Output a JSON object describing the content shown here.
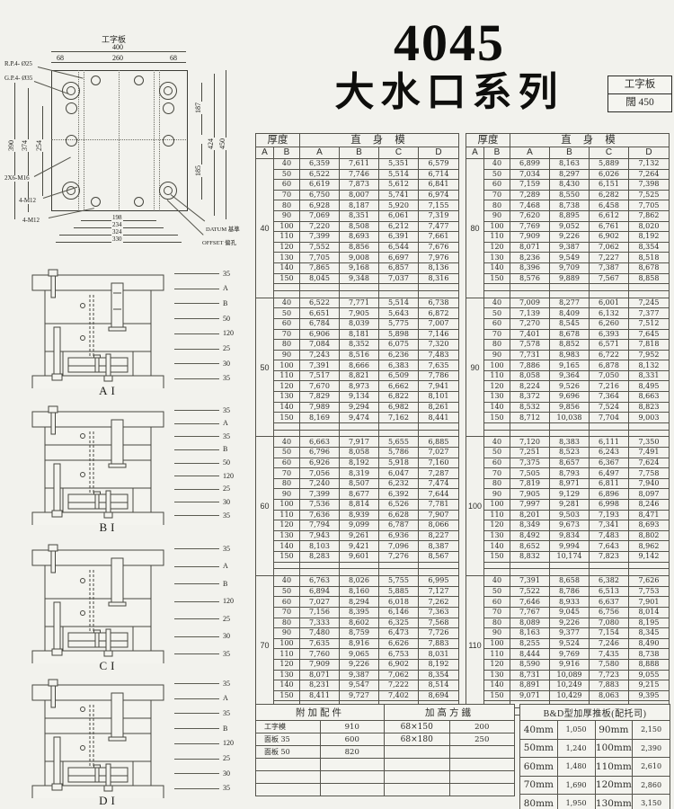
{
  "colors": {
    "paper": "#f2f2ed",
    "line": "#44443e",
    "text": "#2b2b28"
  },
  "page": {
    "title_number": "4045",
    "title_series": "大水口系列",
    "spec_box": {
      "row1": "工字板",
      "row2": "闊  450"
    }
  },
  "top_drawing": {
    "label_top": "工字板",
    "dims_top": [
      "400",
      "260",
      "68",
      "68"
    ],
    "dims_left": [
      "390",
      "374",
      "254"
    ],
    "dims_right": [
      "187",
      "185",
      "424",
      "450"
    ],
    "dims_bottom": [
      "198",
      "234",
      "324",
      "330"
    ],
    "callouts": [
      "R.P.4- Ø25",
      "G.P.4- Ø35",
      "2X6-M16",
      "4-M12",
      "4-M12",
      "DATUM 基準",
      "OFFSET 偏孔"
    ]
  },
  "side_views": [
    {
      "caption": "AI",
      "labels": [
        "35",
        "A",
        "B",
        "50",
        "120",
        "25",
        "30",
        "35"
      ]
    },
    {
      "caption": "BI",
      "labels": [
        "35",
        "A",
        "35",
        "B",
        "50",
        "120",
        "25",
        "30",
        "35"
      ]
    },
    {
      "caption": "CI",
      "labels": [
        "35",
        "A",
        "B",
        "120",
        "25",
        "30",
        "35"
      ]
    },
    {
      "caption": "DI",
      "labels": [
        "35",
        "A",
        "35",
        "B",
        "120",
        "25",
        "30",
        "35"
      ]
    }
  ],
  "price_tables": {
    "header": {
      "thickness": "厚度",
      "straight": "直身模",
      "sub": [
        "A",
        "B",
        "A",
        "B",
        "C",
        "D"
      ]
    },
    "left_groups": [
      {
        "a": "40",
        "rows": [
          [
            "40",
            "6,359",
            "7,611",
            "5,351",
            "6,579"
          ],
          [
            "50",
            "6,522",
            "7,746",
            "5,514",
            "6,714"
          ],
          [
            "60",
            "6,619",
            "7,873",
            "5,612",
            "6,841"
          ],
          [
            "70",
            "6,750",
            "8,007",
            "5,741",
            "6,974"
          ],
          [
            "80",
            "6,928",
            "8,187",
            "5,920",
            "7,155"
          ],
          [
            "90",
            "7,069",
            "8,351",
            "6,061",
            "7,319"
          ],
          [
            "100",
            "7,220",
            "8,508",
            "6,212",
            "7,477"
          ],
          [
            "110",
            "7,399",
            "8,693",
            "6,391",
            "7,661"
          ],
          [
            "120",
            "7,552",
            "8,856",
            "6,544",
            "7,676"
          ],
          [
            "130",
            "7,705",
            "9,008",
            "6,697",
            "7,976"
          ],
          [
            "140",
            "7,865",
            "9,168",
            "6,857",
            "8,136"
          ],
          [
            "150",
            "8,045",
            "9,348",
            "7,037",
            "8,316"
          ]
        ]
      },
      {
        "a": "50",
        "rows": [
          [
            "40",
            "6,522",
            "7,771",
            "5,514",
            "6,738"
          ],
          [
            "50",
            "6,651",
            "7,905",
            "5,643",
            "6,872"
          ],
          [
            "60",
            "6,784",
            "8,039",
            "5,775",
            "7,007"
          ],
          [
            "70",
            "6,906",
            "8,181",
            "5,898",
            "7,146"
          ],
          [
            "80",
            "7,084",
            "8,352",
            "6,075",
            "7,320"
          ],
          [
            "90",
            "7,243",
            "8,516",
            "6,236",
            "7,483"
          ],
          [
            "100",
            "7,391",
            "8,666",
            "6,383",
            "7,635"
          ],
          [
            "110",
            "7,517",
            "8,821",
            "6,509",
            "7,786"
          ],
          [
            "120",
            "7,670",
            "8,973",
            "6,662",
            "7,941"
          ],
          [
            "130",
            "7,829",
            "9,134",
            "6,822",
            "8,101"
          ],
          [
            "140",
            "7,989",
            "9,294",
            "6,982",
            "8,261"
          ],
          [
            "150",
            "8,169",
            "9,474",
            "7,162",
            "8,441"
          ]
        ]
      },
      {
        "a": "60",
        "rows": [
          [
            "40",
            "6,663",
            "7,917",
            "5,655",
            "6,885"
          ],
          [
            "50",
            "6,796",
            "8,058",
            "5,786",
            "7,027"
          ],
          [
            "60",
            "6,926",
            "8,192",
            "5,918",
            "7,160"
          ],
          [
            "70",
            "7,056",
            "8,319",
            "6,047",
            "7,287"
          ],
          [
            "80",
            "7,240",
            "8,507",
            "6,232",
            "7,474"
          ],
          [
            "90",
            "7,399",
            "8,677",
            "6,392",
            "7,644"
          ],
          [
            "100",
            "7,536",
            "8,814",
            "6,526",
            "7,781"
          ],
          [
            "110",
            "7,636",
            "8,939",
            "6,628",
            "7,907"
          ],
          [
            "120",
            "7,794",
            "9,099",
            "6,787",
            "8,066"
          ],
          [
            "130",
            "7,943",
            "9,261",
            "6,936",
            "8,227"
          ],
          [
            "140",
            "8,103",
            "9,421",
            "7,096",
            "8,387"
          ],
          [
            "150",
            "8,283",
            "9,601",
            "7,276",
            "8,567"
          ]
        ]
      },
      {
        "a": "70",
        "rows": [
          [
            "40",
            "6,763",
            "8,026",
            "5,755",
            "6,995"
          ],
          [
            "50",
            "6,894",
            "8,160",
            "5,885",
            "7,127"
          ],
          [
            "60",
            "7,027",
            "8,294",
            "6,018",
            "7,262"
          ],
          [
            "70",
            "7,156",
            "8,395",
            "6,146",
            "7,363"
          ],
          [
            "80",
            "7,333",
            "8,602",
            "6,325",
            "7,568"
          ],
          [
            "90",
            "7,480",
            "8,759",
            "6,473",
            "7,726"
          ],
          [
            "100",
            "7,635",
            "8,916",
            "6,626",
            "7,883"
          ],
          [
            "110",
            "7,760",
            "9,065",
            "6,753",
            "8,031"
          ],
          [
            "120",
            "7,909",
            "9,226",
            "6,902",
            "8,192"
          ],
          [
            "130",
            "8,071",
            "9,387",
            "7,062",
            "8,354"
          ],
          [
            "140",
            "8,231",
            "9,547",
            "7,222",
            "8,514"
          ],
          [
            "150",
            "8,411",
            "9,727",
            "7,402",
            "8,694"
          ]
        ]
      }
    ],
    "right_groups": [
      {
        "a": "80",
        "rows": [
          [
            "40",
            "6,899",
            "8,163",
            "5,889",
            "7,132"
          ],
          [
            "50",
            "7,034",
            "8,297",
            "6,026",
            "7,264"
          ],
          [
            "60",
            "7,159",
            "8,430",
            "6,151",
            "7,398"
          ],
          [
            "70",
            "7,289",
            "8,550",
            "6,282",
            "7,525"
          ],
          [
            "80",
            "7,468",
            "8,738",
            "6,458",
            "7,705"
          ],
          [
            "90",
            "7,620",
            "8,895",
            "6,612",
            "7,862"
          ],
          [
            "100",
            "7,769",
            "9,052",
            "6,761",
            "8,020"
          ],
          [
            "110",
            "7,909",
            "9,226",
            "6,902",
            "8,192"
          ],
          [
            "120",
            "8,071",
            "9,387",
            "7,062",
            "8,354"
          ],
          [
            "130",
            "8,236",
            "9,549",
            "7,227",
            "8,518"
          ],
          [
            "140",
            "8,396",
            "9,709",
            "7,387",
            "8,678"
          ],
          [
            "150",
            "8,576",
            "9,889",
            "7,567",
            "8,858"
          ]
        ]
      },
      {
        "a": "90",
        "rows": [
          [
            "40",
            "7,009",
            "8,277",
            "6,001",
            "7,245"
          ],
          [
            "50",
            "7,139",
            "8,409",
            "6,132",
            "7,377"
          ],
          [
            "60",
            "7,270",
            "8,545",
            "6,260",
            "7,512"
          ],
          [
            "70",
            "7,401",
            "8,678",
            "6,393",
            "7,645"
          ],
          [
            "80",
            "7,578",
            "8,852",
            "6,571",
            "7,818"
          ],
          [
            "90",
            "7,731",
            "8,983",
            "6,722",
            "7,952"
          ],
          [
            "100",
            "7,886",
            "9,165",
            "6,878",
            "8,132"
          ],
          [
            "110",
            "8,058",
            "9,364",
            "7,050",
            "8,331"
          ],
          [
            "120",
            "8,224",
            "9,526",
            "7,216",
            "8,495"
          ],
          [
            "130",
            "8,372",
            "9,696",
            "7,364",
            "8,663"
          ],
          [
            "140",
            "8,532",
            "9,856",
            "7,524",
            "8,823"
          ],
          [
            "150",
            "8,712",
            "10,038",
            "7,704",
            "9,003"
          ]
        ]
      },
      {
        "a": "100",
        "rows": [
          [
            "40",
            "7,120",
            "8,383",
            "6,111",
            "7,350"
          ],
          [
            "50",
            "7,251",
            "8,523",
            "6,243",
            "7,491"
          ],
          [
            "60",
            "7,375",
            "8,657",
            "6,367",
            "7,624"
          ],
          [
            "70",
            "7,505",
            "8,793",
            "6,497",
            "7,758"
          ],
          [
            "80",
            "7,819",
            "8,971",
            "6,811",
            "7,940"
          ],
          [
            "90",
            "7,905",
            "9,129",
            "6,896",
            "8,097"
          ],
          [
            "100",
            "7,997",
            "9,281",
            "6,998",
            "8,246"
          ],
          [
            "110",
            "8,201",
            "9,503",
            "7,193",
            "8,471"
          ],
          [
            "120",
            "8,349",
            "9,673",
            "7,341",
            "8,693"
          ],
          [
            "130",
            "8,492",
            "9,834",
            "7,483",
            "8,802"
          ],
          [
            "140",
            "8,652",
            "9,994",
            "7,643",
            "8,962"
          ],
          [
            "150",
            "8,832",
            "10,174",
            "7,823",
            "9,142"
          ]
        ]
      },
      {
        "a": "110",
        "rows": [
          [
            "40",
            "7,391",
            "8,658",
            "6,382",
            "7,626"
          ],
          [
            "50",
            "7,522",
            "8,786",
            "6,513",
            "7,753"
          ],
          [
            "60",
            "7,646",
            "8,933",
            "6,637",
            "7,901"
          ],
          [
            "70",
            "7,767",
            "9,045",
            "6,756",
            "8,014"
          ],
          [
            "80",
            "8,089",
            "9,226",
            "7,080",
            "8,195"
          ],
          [
            "90",
            "8,163",
            "9,377",
            "7,154",
            "8,345"
          ],
          [
            "100",
            "8,255",
            "9,524",
            "7,246",
            "8,490"
          ],
          [
            "110",
            "8,444",
            "9,769",
            "7,435",
            "8,738"
          ],
          [
            "120",
            "8,590",
            "9,916",
            "7,580",
            "8,888"
          ],
          [
            "130",
            "8,731",
            "10,089",
            "7,723",
            "9,055"
          ],
          [
            "140",
            "8,891",
            "10,249",
            "7,883",
            "9,215"
          ],
          [
            "150",
            "9,071",
            "10,429",
            "8,063",
            "9,395"
          ]
        ]
      }
    ]
  },
  "bottom": {
    "accessories": {
      "title": "附加配件",
      "rows": [
        [
          "工字模",
          "910"
        ],
        [
          "面板 35",
          "600"
        ],
        [
          "面板 50",
          "820"
        ],
        [
          "",
          ""
        ],
        [
          "",
          ""
        ],
        [
          "",
          ""
        ]
      ]
    },
    "risers": {
      "title": "加高方鐵",
      "rows": [
        [
          "68×150",
          "200"
        ],
        [
          "68×180",
          "250"
        ],
        [
          "",
          ""
        ],
        [
          "",
          ""
        ],
        [
          "",
          ""
        ],
        [
          "",
          ""
        ]
      ]
    },
    "bd": {
      "title": "B&D型加厚推板(配托司)",
      "rows": [
        [
          "40mm",
          "1,050",
          "90mm",
          "2,150"
        ],
        [
          "50mm",
          "1,240",
          "100mm",
          "2,390"
        ],
        [
          "60mm",
          "1,480",
          "110mm",
          "2,610"
        ],
        [
          "70mm",
          "1,690",
          "120mm",
          "2,860"
        ],
        [
          "80mm",
          "1,950",
          "130mm",
          "3,150"
        ]
      ]
    }
  }
}
